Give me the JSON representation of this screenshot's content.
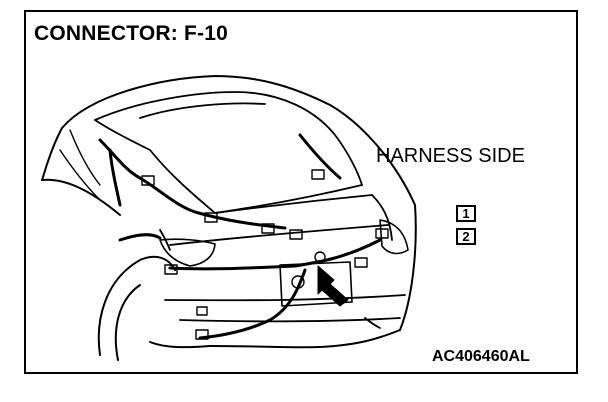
{
  "title": "CONNECTOR: F-10",
  "side_label": "HARNESS SIDE",
  "connector_pins": [
    "1",
    "2"
  ],
  "figure_code": "AC406460AL",
  "colors": {
    "line": "#000000",
    "background": "#ffffff"
  }
}
